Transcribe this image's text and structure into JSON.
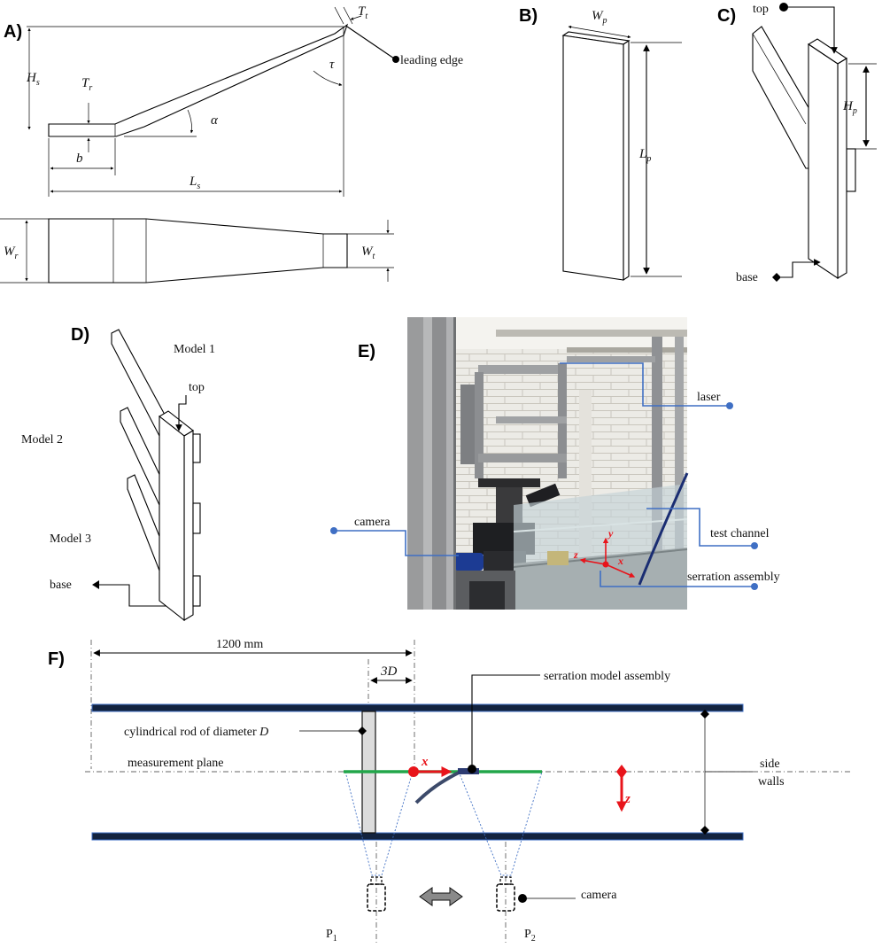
{
  "panels": {
    "a": "A)",
    "b": "B)",
    "c": "C)",
    "d": "D)",
    "e": "E)",
    "f": "F)"
  },
  "panel_a": {
    "Hs": "H",
    "Hs_sub": "s",
    "Tr": "T",
    "Tr_sub": "r",
    "Tt": "T",
    "Tt_sub": "t",
    "tau": "τ",
    "alpha": "α",
    "b": "b",
    "Ls": "L",
    "Ls_sub": "s",
    "Wr": "W",
    "Wr_sub": "r",
    "Wt": "W",
    "Wt_sub": "t",
    "leading_edge": "leading edge"
  },
  "panel_b": {
    "Wp": "W",
    "Wp_sub": "p",
    "Lp": "L",
    "Lp_sub": "p"
  },
  "panel_c": {
    "top": "top",
    "Hp": "H",
    "Hp_sub": "p",
    "base": "base"
  },
  "panel_d": {
    "model1": "Model 1",
    "model2": "Model 2",
    "model3": "Model 3",
    "top": "top",
    "base": "base"
  },
  "panel_e": {
    "laser": "laser",
    "camera": "camera",
    "test_channel": "test channel",
    "serration_assembly": "serration assembly",
    "ax_x": "x",
    "ax_y": "y",
    "ax_z": "z"
  },
  "panel_f": {
    "dim_1200": "1200 mm",
    "dim_3D": "3D",
    "rod": "cylindrical rod of diameter",
    "rod_D": "D",
    "measurement_plane": "measurement plane",
    "serration_model_assembly": "serration model assembly",
    "side_walls_1": "side",
    "side_walls_2": "walls",
    "ax_x": "x",
    "ax_z": "z",
    "camera": "camera",
    "P1": "P",
    "P1_sub": "1",
    "P2": "P",
    "P2_sub": "2"
  },
  "colors": {
    "accent_blue": "#3f6fc4",
    "axis_red": "#e8141b",
    "plane_green": "#22a64a",
    "wall_navy": "#13233f"
  }
}
